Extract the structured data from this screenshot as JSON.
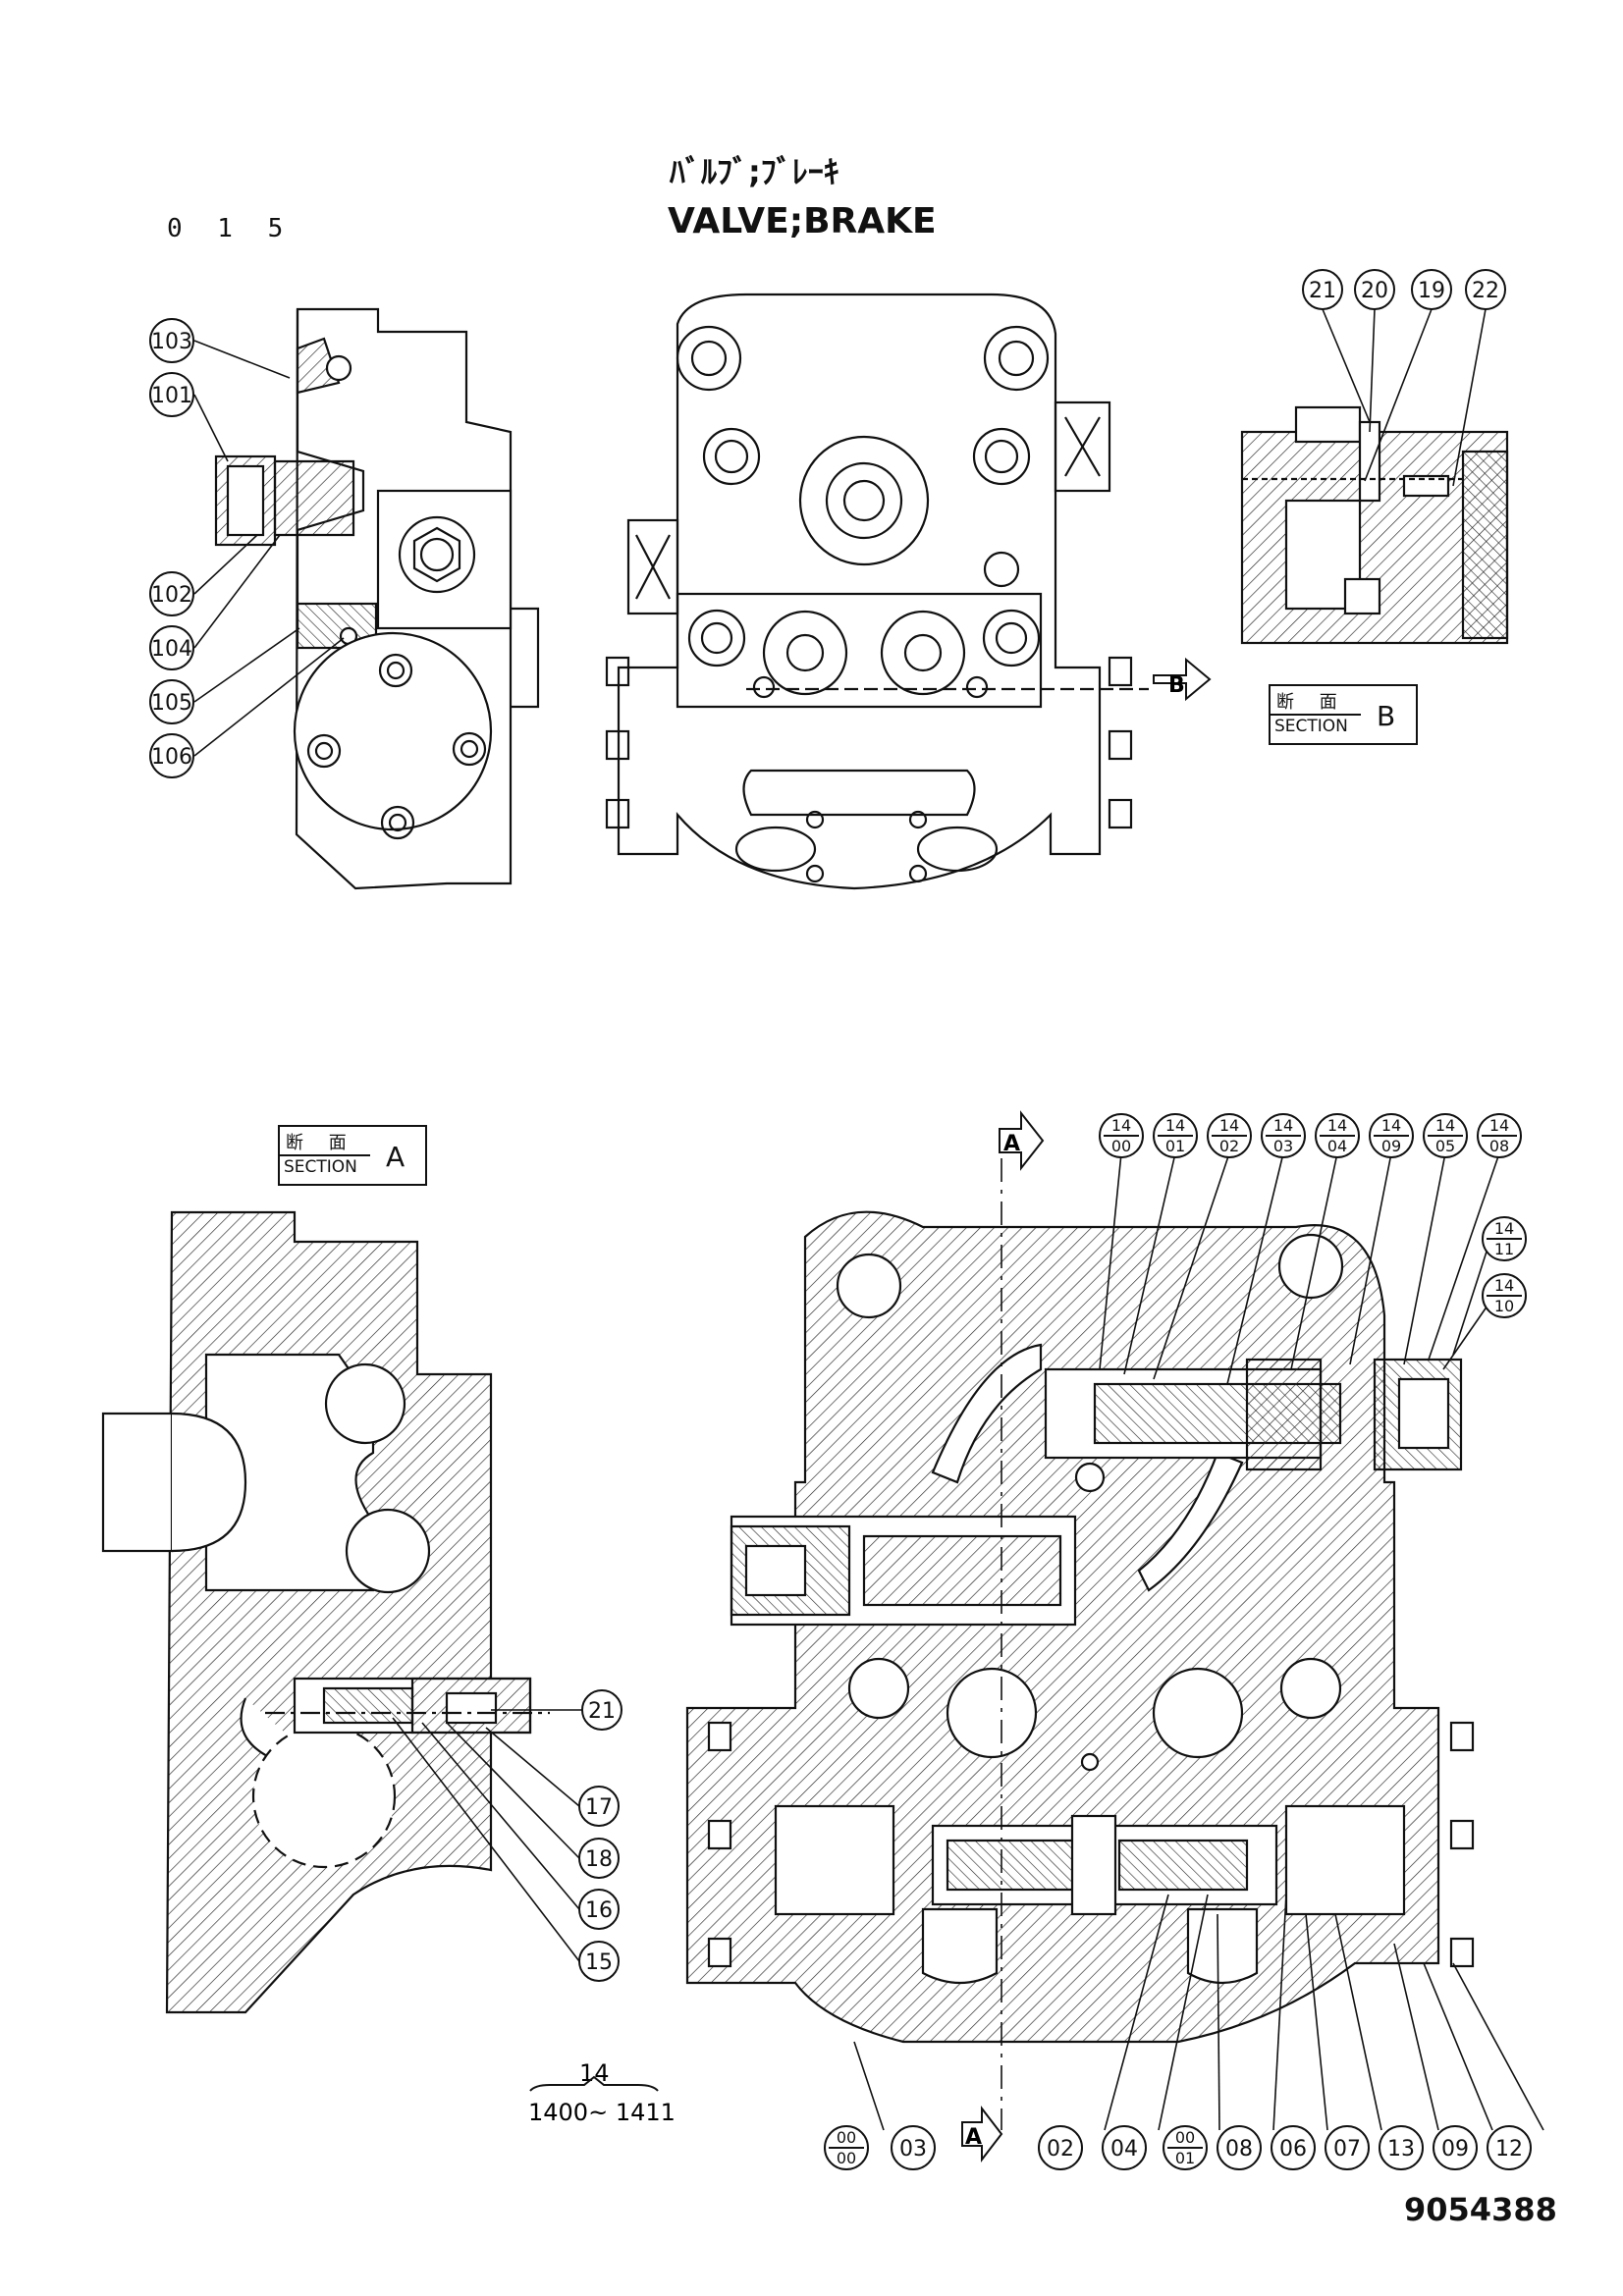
{
  "page_number": "0 1 5",
  "title_jp": "ﾊﾞﾙﾌﾞ;ﾌﾞﾚｰｷ",
  "title_en": "VALVE;BRAKE",
  "drawing_number": "9054388",
  "section_a": {
    "jp": "断 面",
    "en": "SECTION",
    "letter": "A"
  },
  "section_b": {
    "jp": "断 面",
    "en": "SECTION",
    "letter": "B"
  },
  "view_markers": {
    "b_arrow": "B",
    "a_arrow_top": "A",
    "a_arrow_bottom": "A"
  },
  "group_label": {
    "number": "14",
    "range": "1400~ 1411"
  },
  "callouts_side_view": [
    "103",
    "101",
    "102",
    "104",
    "105",
    "106"
  ],
  "callouts_section_b": [
    "21",
    "20",
    "19",
    "22"
  ],
  "callouts_section_a": [
    "21",
    "17",
    "18",
    "16",
    "15"
  ],
  "callouts_main_top": [
    {
      "top": "14",
      "bottom": "00"
    },
    {
      "top": "14",
      "bottom": "01"
    },
    {
      "top": "14",
      "bottom": "02"
    },
    {
      "top": "14",
      "bottom": "03"
    },
    {
      "top": "14",
      "bottom": "04"
    },
    {
      "top": "14",
      "bottom": "09"
    },
    {
      "top": "14",
      "bottom": "05"
    },
    {
      "top": "14",
      "bottom": "08"
    }
  ],
  "callouts_main_right": [
    {
      "top": "14",
      "bottom": "11"
    },
    {
      "top": "14",
      "bottom": "10"
    }
  ],
  "callouts_main_bottom": [
    {
      "top": "00",
      "bottom": "00"
    },
    {
      "label": "03"
    },
    {
      "label": "02"
    },
    {
      "label": "04"
    },
    {
      "top": "00",
      "bottom": "01"
    },
    {
      "label": "08"
    },
    {
      "label": "06"
    },
    {
      "label": "07"
    },
    {
      "label": "13"
    },
    {
      "label": "09"
    },
    {
      "label": "12"
    }
  ]
}
